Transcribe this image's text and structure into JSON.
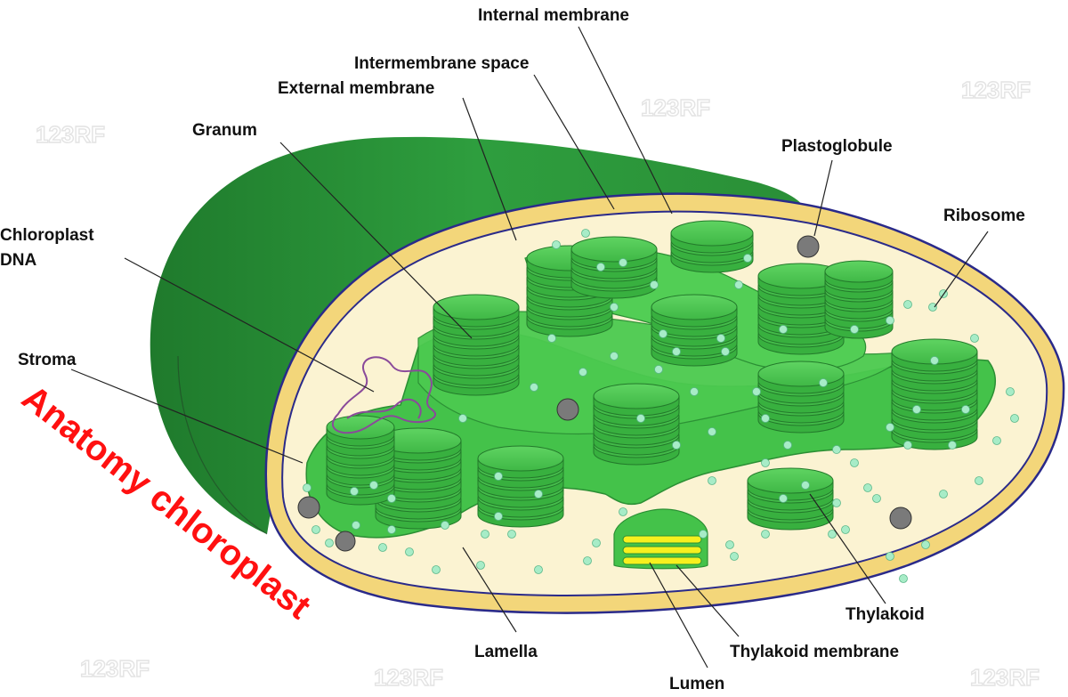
{
  "title": "Anatomy chloroplast",
  "watermark": "123RF",
  "labels": {
    "internal_membrane": "Internal membrane",
    "intermembrane_space": "Intermembrane space",
    "external_membrane": "External membrane",
    "granum": "Granum",
    "plastoglobule": "Plastoglobule",
    "ribosome": "Ribosome",
    "chloroplast_dna_line1": "Chloroplast",
    "chloroplast_dna_line2": "DNA",
    "stroma": "Stroma",
    "thylakoid": "Thylakoid",
    "thylakoid_membrane": "Thylakoid membrane",
    "lamella": "Lamella",
    "lumen": "Lumen"
  },
  "colors": {
    "outer_green": "#2e9e3e",
    "outer_green_dark": "#1f7a2c",
    "membrane_yellow": "#f3d67a",
    "membrane_blue": "#2a2a8a",
    "stroma_fill": "#fbf3d2",
    "thylakoid_green": "#44c24a",
    "thylakoid_dark": "#2b8f34",
    "title_red": "#ff1010"
  }
}
